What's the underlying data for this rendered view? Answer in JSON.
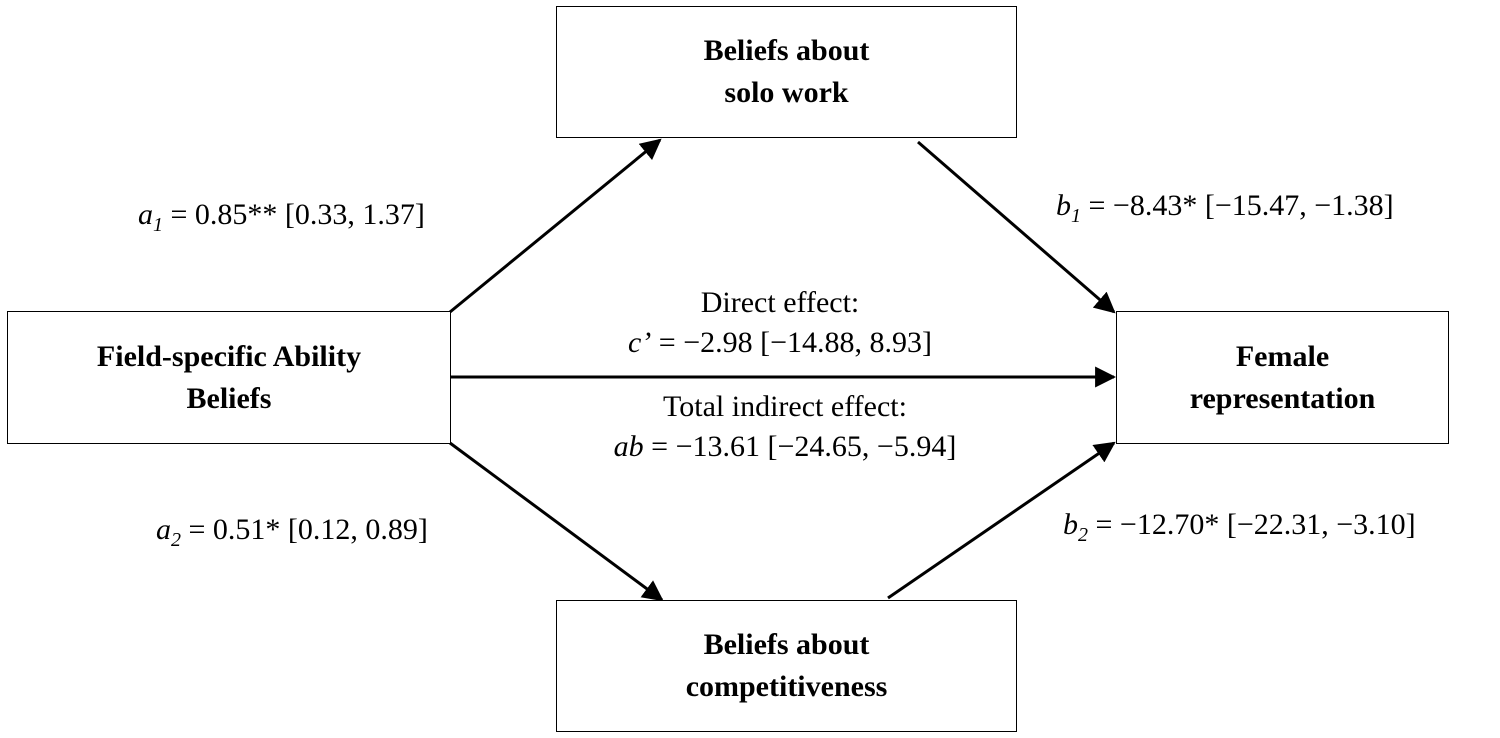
{
  "nodes": {
    "predictor": {
      "line1": "Field-specific Ability",
      "line2": "Beliefs"
    },
    "mediator_solo": {
      "line1": "Beliefs about",
      "line2": "solo work"
    },
    "mediator_comp": {
      "line1": "Beliefs about",
      "line2": "competitiveness"
    },
    "outcome": {
      "line1": "Female",
      "line2": "representation"
    }
  },
  "paths": {
    "a1": {
      "symbol": "a",
      "sub": "1",
      "text": " = 0.85** [0.33, 1.37]"
    },
    "a2": {
      "symbol": "a",
      "sub": "2",
      "text": " = 0.51* [0.12, 0.89]"
    },
    "b1": {
      "symbol": "b",
      "sub": "1",
      "text": " = −8.43* [−15.47, −1.38]"
    },
    "b2": {
      "symbol": "b",
      "sub": "2",
      "text": " = −12.70* [−22.31, −3.10]"
    },
    "direct": {
      "heading": "Direct effect:",
      "symbol": "c’",
      "text": " = −2.98 [−14.88, 8.93]"
    },
    "indirect": {
      "heading": "Total indirect effect:",
      "symbol": "ab",
      "text": " = −13.61 [−24.65, −5.94]"
    }
  }
}
